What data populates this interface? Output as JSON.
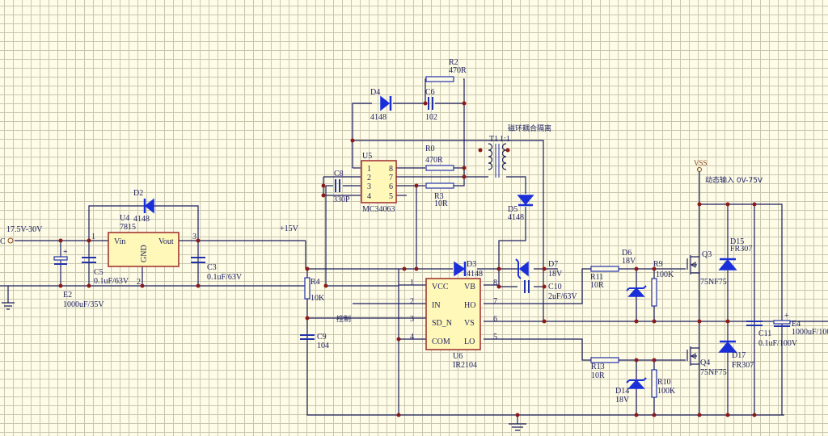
{
  "schematic": {
    "input_label": "17.5V-30V",
    "input_port": "C",
    "rail_15v": "+15V",
    "control_label": "控制",
    "isolation_label": "磁环耦合隔离",
    "vss_label": "VSS",
    "vss_input_label": "动态输入 0V-75V",
    "components": {
      "U4": {
        "ref": "U4",
        "value": "7815",
        "pins": {
          "vin": "Vin",
          "gnd": "GND",
          "vout": "Vout",
          "p1": "1",
          "p2": "2",
          "p3": "3"
        }
      },
      "D2": {
        "ref": "D2",
        "value": "4148"
      },
      "E2": {
        "ref": "E2",
        "value": "1000uF/35V"
      },
      "C5": {
        "ref": "C5",
        "value": "0.1uF/63V"
      },
      "C3": {
        "ref": "C3",
        "value": "0.1uF/63V"
      },
      "U5": {
        "ref": "U5",
        "value": "MC34063",
        "pins": [
          "1",
          "2",
          "3",
          "4",
          "8",
          "7",
          "6",
          "5"
        ]
      },
      "C8": {
        "ref": "C8",
        "value": "330P"
      },
      "D4": {
        "ref": "D4",
        "value": "4148"
      },
      "C6": {
        "ref": "C6",
        "value": "102"
      },
      "R2": {
        "ref": "R2",
        "value": "470R"
      },
      "R0": {
        "ref": "R0",
        "value": "470R"
      },
      "R3": {
        "ref": "R3",
        "value": "10R"
      },
      "T1": {
        "ref": "T1",
        "value": "1:1"
      },
      "D5": {
        "ref": "D5",
        "value": "4148"
      },
      "R4": {
        "ref": "R4",
        "value": "10K"
      },
      "C9": {
        "ref": "C9",
        "value": "104"
      },
      "U6": {
        "ref": "U6",
        "value": "IR2104",
        "pins": {
          "l": [
            "VCC",
            "IN",
            "SD_N",
            "COM"
          ],
          "r": [
            "VB",
            "HO",
            "VS",
            "LO"
          ],
          "ln": [
            "1",
            "2",
            "3",
            "4"
          ],
          "rn": [
            "8",
            "7",
            "6",
            "5"
          ]
        }
      },
      "D3": {
        "ref": "D3",
        "value": "4148"
      },
      "D7": {
        "ref": "D7",
        "value": "18V"
      },
      "C10": {
        "ref": "C10",
        "value": "2uF/63V"
      },
      "R11": {
        "ref": "R11",
        "value": "10R"
      },
      "D6": {
        "ref": "D6",
        "value": "18V"
      },
      "R9": {
        "ref": "R9",
        "value": "100K"
      },
      "Q3": {
        "ref": "Q3",
        "value": "75NF75"
      },
      "R13": {
        "ref": "R13",
        "value": "10R"
      },
      "D14": {
        "ref": "D14",
        "value": "18V"
      },
      "R10": {
        "ref": "R10",
        "value": "100K"
      },
      "Q4": {
        "ref": "Q4",
        "value": "75NF75"
      },
      "D15": {
        "ref": "D15",
        "value": "FR307"
      },
      "D17": {
        "ref": "D17",
        "value": "FR307"
      },
      "C11": {
        "ref": "C11",
        "value": "0.1uF/100V"
      },
      "E4": {
        "ref": "E4",
        "value": "1000uF/100"
      }
    }
  }
}
